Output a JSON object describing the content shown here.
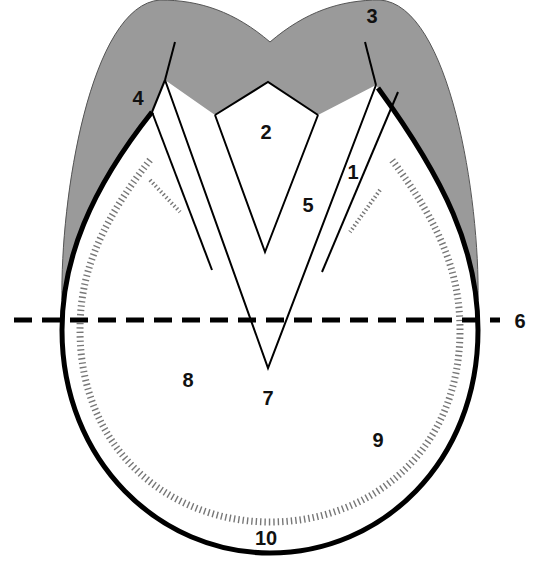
{
  "diagram": {
    "labels": [
      "3",
      "4",
      "2",
      "1",
      "5",
      "6",
      "8",
      "7",
      "9",
      "10"
    ]
  }
}
